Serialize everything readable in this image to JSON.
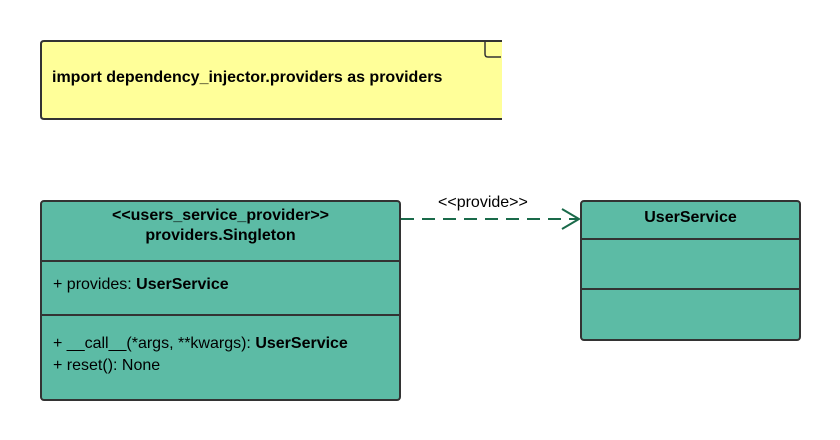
{
  "note": {
    "text": "import dependency_injector.providers as providers"
  },
  "provider_class": {
    "stereotype": "<<users_service_provider>>",
    "name": "providers.Singleton",
    "attributes": [
      {
        "prefix": "+ provides: ",
        "type": "UserService"
      }
    ],
    "operations": [
      {
        "prefix": "+ __call__(*args, **kwargs): ",
        "type": "UserService"
      },
      {
        "prefix": "+ reset(): None",
        "type": ""
      }
    ]
  },
  "service_class": {
    "name": "UserService"
  },
  "relation": {
    "label": "<<provide>>",
    "style": "dashed-arrow"
  },
  "colors": {
    "note_fill": "#ffff99",
    "class_fill": "#5cbba5",
    "border": "#333333",
    "connector": "#1a6a4a"
  }
}
